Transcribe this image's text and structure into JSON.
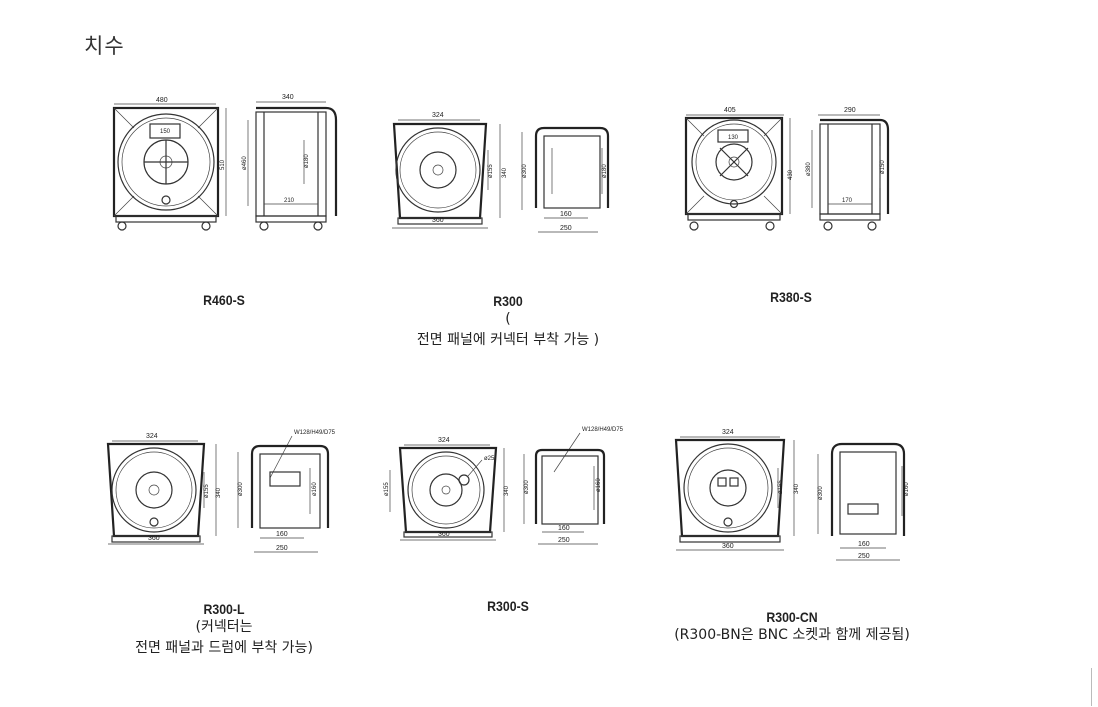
{
  "page": {
    "title": "치수"
  },
  "figures": [
    {
      "id": "r460s",
      "model": "R460-S",
      "notes": [],
      "dims": [
        "480",
        "340",
        "150",
        "510",
        "ø460",
        "ø180",
        "210"
      ]
    },
    {
      "id": "r300",
      "model": "R300",
      "notes": [
        "(",
        "전면 패널에 커넥터 부착 가능 )"
      ],
      "dims": [
        "324",
        "ø155",
        "340",
        "ø300",
        "ø180",
        "360",
        "160",
        "250"
      ]
    },
    {
      "id": "r380s",
      "model": "R380-S",
      "notes": [],
      "dims": [
        "405",
        "290",
        "130",
        "430",
        "ø380",
        "ø150",
        "170"
      ]
    },
    {
      "id": "r300l",
      "model": "R300-L",
      "notes": [
        "(커넥터는",
        "전면 패널과 드럼에 부착 가능)"
      ],
      "dims": [
        "324",
        "ø155",
        "340",
        "360",
        "W128/H49/D75",
        "ø300",
        "ø160",
        "160",
        "250"
      ]
    },
    {
      "id": "r300s",
      "model": "R300-S",
      "notes": [],
      "dims": [
        "324",
        "ø25",
        "ø155",
        "340",
        "360",
        "W128/H49/D75",
        "ø300",
        "ø160",
        "160",
        "250"
      ]
    },
    {
      "id": "r300cn",
      "model": "R300-CN",
      "notes": [
        "(R300-BN은 BNC 소켓과 함께 제공됨)"
      ],
      "dims": [
        "324",
        "ø155",
        "340",
        "360",
        "ø300",
        "ø160",
        "160",
        "250"
      ]
    }
  ]
}
